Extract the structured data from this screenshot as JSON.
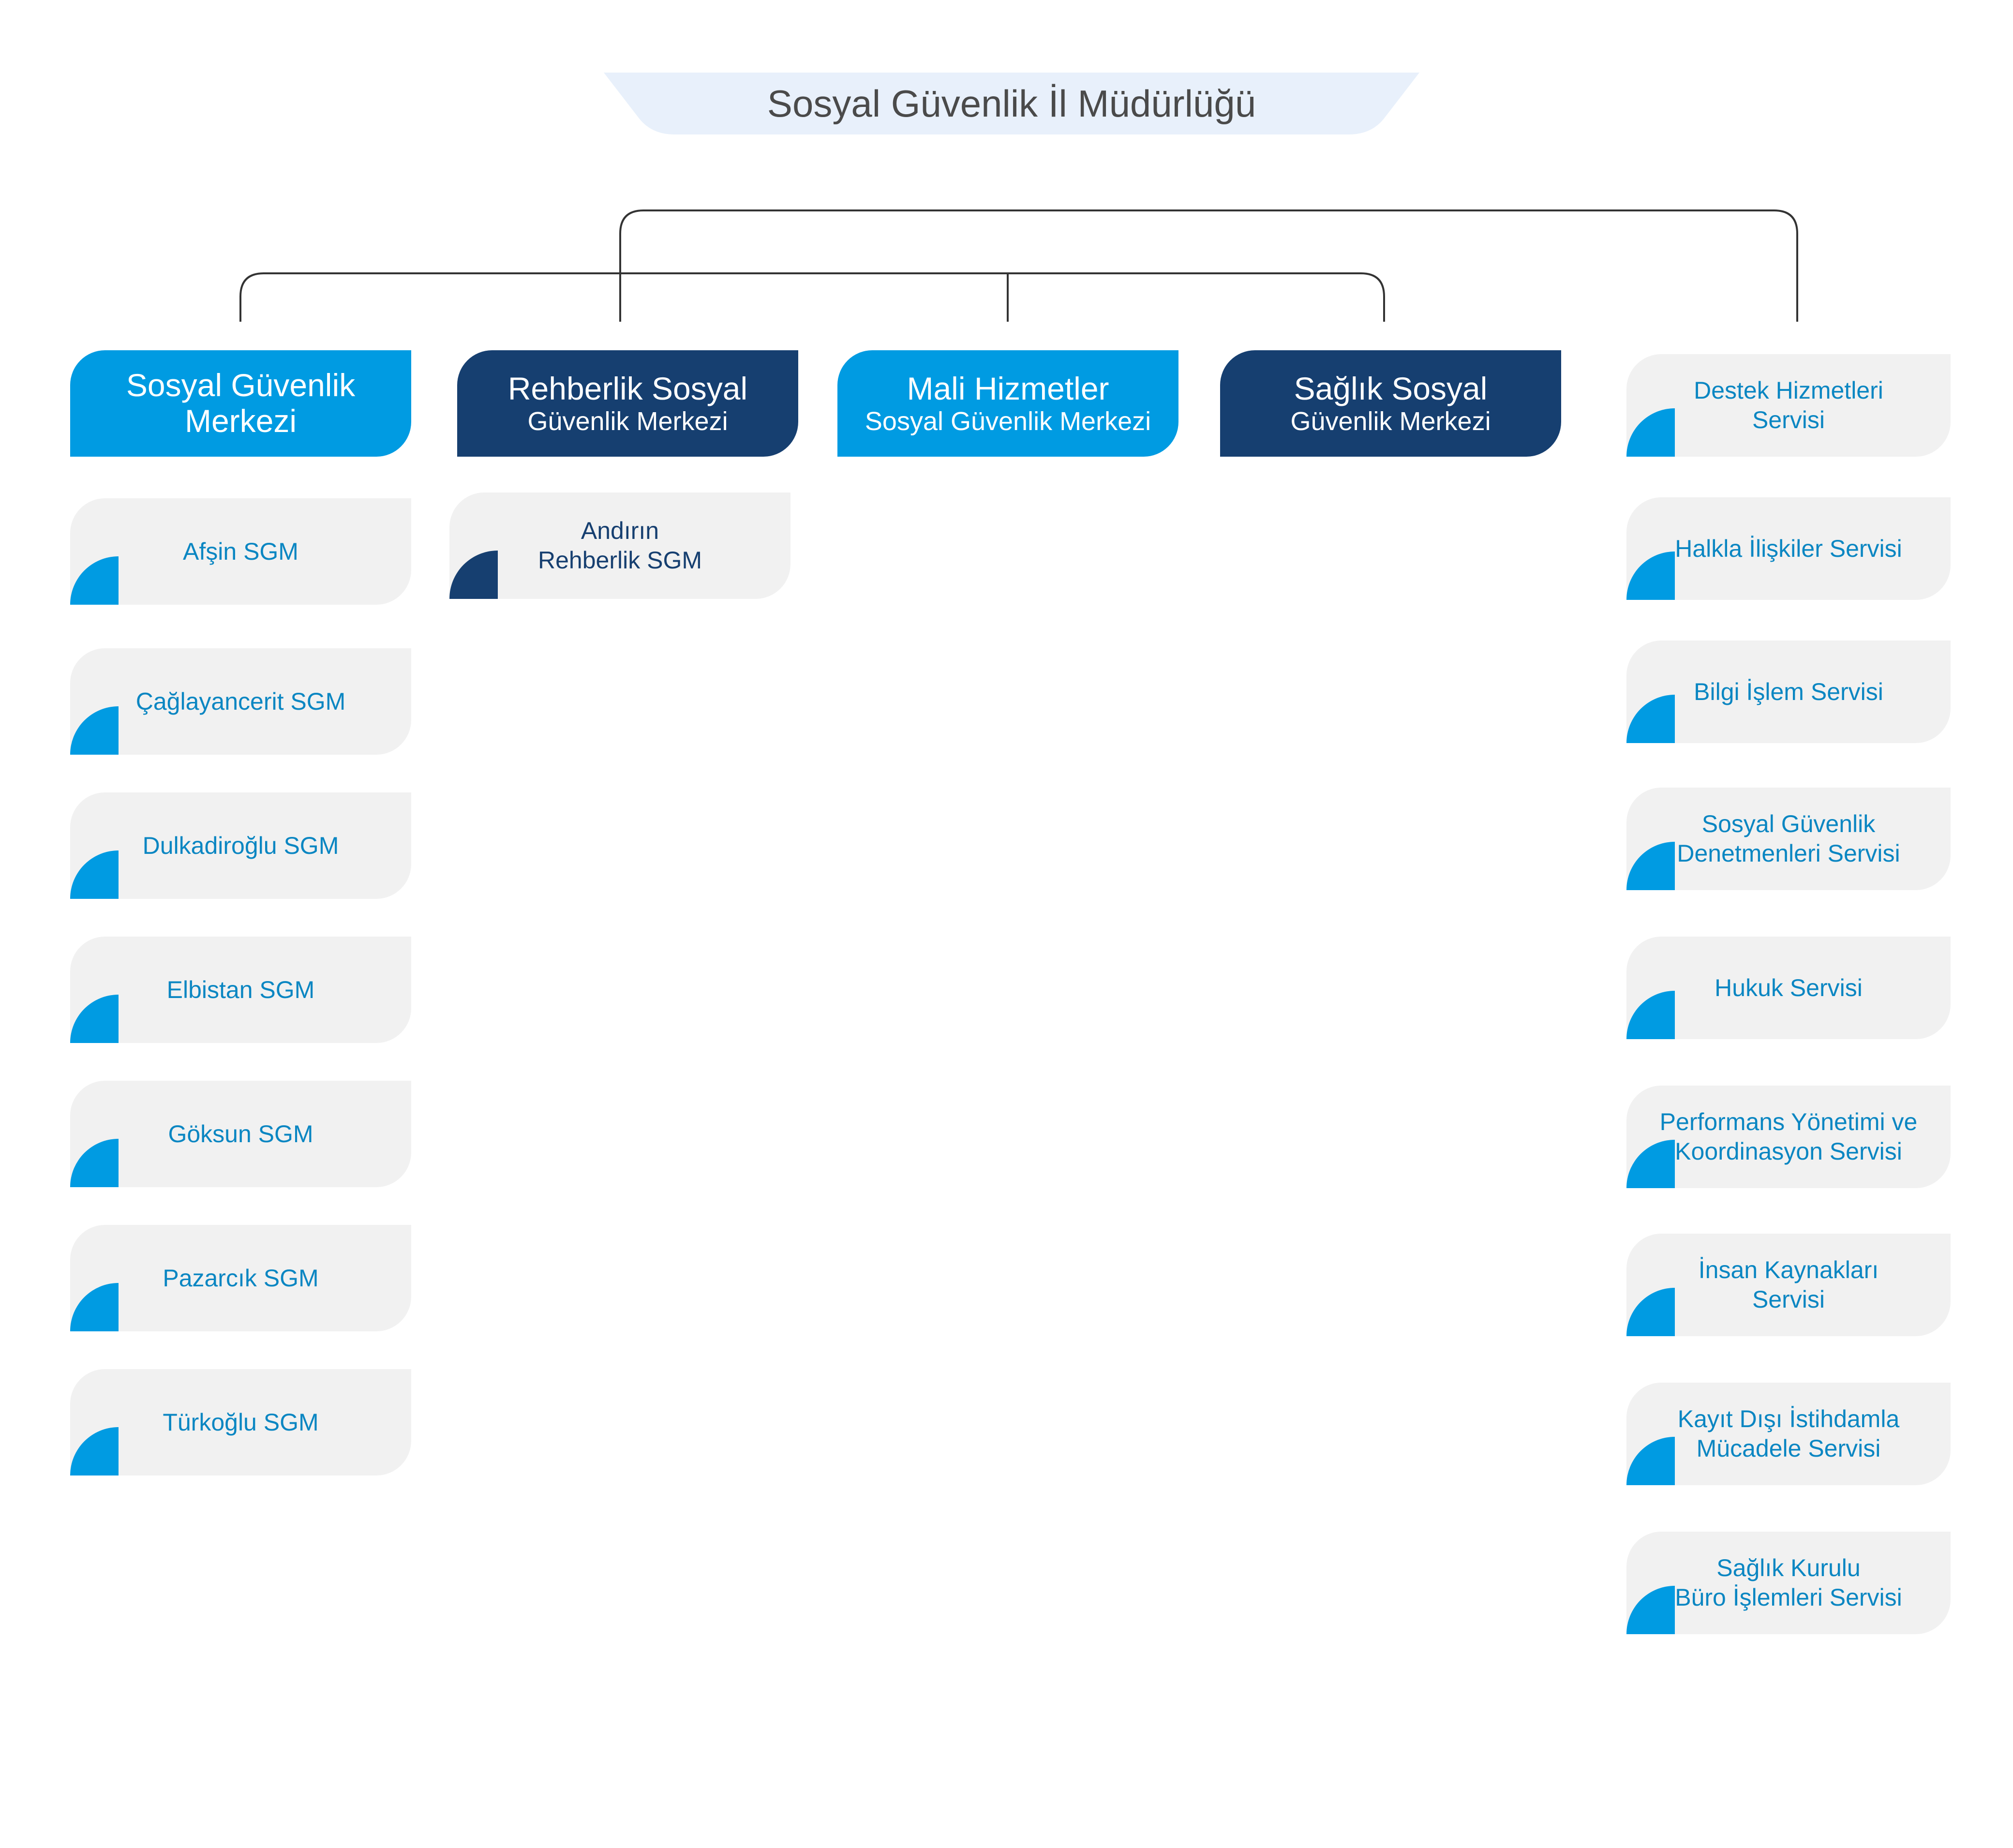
{
  "title": "Sosyal Güvenlik İl Müdürlüğü",
  "colors": {
    "light_blue": "#009be2",
    "dark_blue": "#163f70",
    "card_bg": "#f1f1f1",
    "title_bg": "#e8f0fb",
    "line": "#333333"
  },
  "centers": [
    {
      "line1": "Sosyal Güvenlik",
      "line2": "Merkezi"
    },
    {
      "line1": "Rehberlik Sosyal",
      "line2": "Güvenlik Merkezi"
    },
    {
      "line1": "Mali Hizmetler",
      "line2": "Sosyal Güvenlik Merkezi"
    },
    {
      "line1": "Sağlık Sosyal",
      "line2": "Güvenlik Merkezi"
    }
  ],
  "sgm_units": [
    {
      "line1": "Afşin SGM",
      "line2": ""
    },
    {
      "line1": "Çağlayancerit SGM",
      "line2": ""
    },
    {
      "line1": "Dulkadiroğlu SGM",
      "line2": ""
    },
    {
      "line1": "Elbistan SGM",
      "line2": ""
    },
    {
      "line1": "Göksun SGM",
      "line2": ""
    },
    {
      "line1": "Pazarcık SGM",
      "line2": ""
    },
    {
      "line1": "Türkoğlu SGM",
      "line2": ""
    }
  ],
  "rehberlik_units": [
    {
      "line1": "Andırın",
      "line2": "Rehberlik SGM"
    }
  ],
  "services": [
    {
      "line1": "Destek Hizmetleri",
      "line2": "Servisi"
    },
    {
      "line1": "Halkla İlişkiler Servisi",
      "line2": ""
    },
    {
      "line1": "Bilgi İşlem Servisi",
      "line2": ""
    },
    {
      "line1": "Sosyal Güvenlik",
      "line2": "Denetmenleri Servisi"
    },
    {
      "line1": "Hukuk Servisi",
      "line2": ""
    },
    {
      "line1": "Performans Yönetimi ve",
      "line2": "Koordinasyon Servisi"
    },
    {
      "line1": "İnsan Kaynakları",
      "line2": "Servisi"
    },
    {
      "line1": "Kayıt Dışı İstihdamla",
      "line2": "Mücadele Servisi"
    },
    {
      "line1": "Sağlık Kurulu",
      "line2": "Büro İşlemleri Servisi"
    }
  ]
}
